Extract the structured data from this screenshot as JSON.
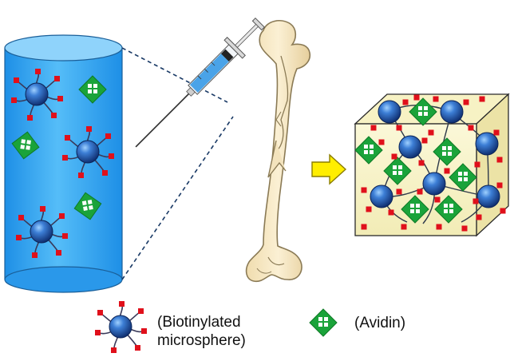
{
  "colors": {
    "cylinder_fill": "#3fa9f5",
    "cylinder_top": "#8fd3fb",
    "microsphere": "#1f4fa8",
    "biotin_marker": "#e0101b",
    "avidin_fill": "#1aa33a",
    "avidin_square": "#ffffff",
    "bone_fill": "#f3e3bd",
    "bone_outline": "#8a7a55",
    "arrow_fill": "#ffee00",
    "arrow_outline": "#8a7d00",
    "cube_fill": "#f7f2c4",
    "syringe_fluid": "#4aa3e8"
  },
  "icons": {
    "microsphere": "biotinylated-microsphere-icon",
    "avidin": "avidin-icon",
    "syringe": "syringe-icon",
    "bone": "femur-bone-icon",
    "arrow": "right-arrow-icon"
  },
  "legend": {
    "microsphere_label": "(Biotinylated microsphere)",
    "microsphere_line1": "(Biotinylated",
    "microsphere_line2": "microsphere)",
    "avidin_label": "(Avidin)"
  }
}
